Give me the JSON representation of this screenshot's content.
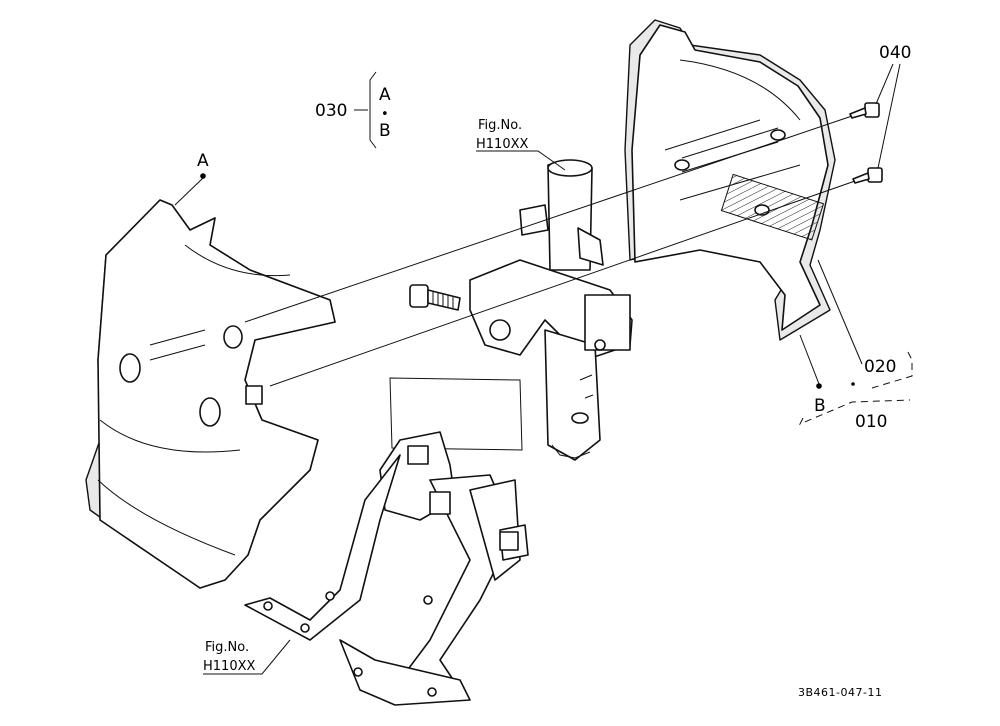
{
  "callouts": {
    "part_030": "030",
    "part_040": "040",
    "part_020": "020",
    "part_010": "010",
    "ref_a_top": "A",
    "ref_b_top": "B",
    "ref_a_left": "A",
    "ref_b_right": "B",
    "dot": "•"
  },
  "figure_refs": {
    "upper": {
      "line1": "Fig.No.",
      "line2": "H110XX"
    },
    "lower": {
      "line1": "Fig.No.",
      "line2": "H110XX"
    }
  },
  "drawing_id": "3B461-047-11"
}
